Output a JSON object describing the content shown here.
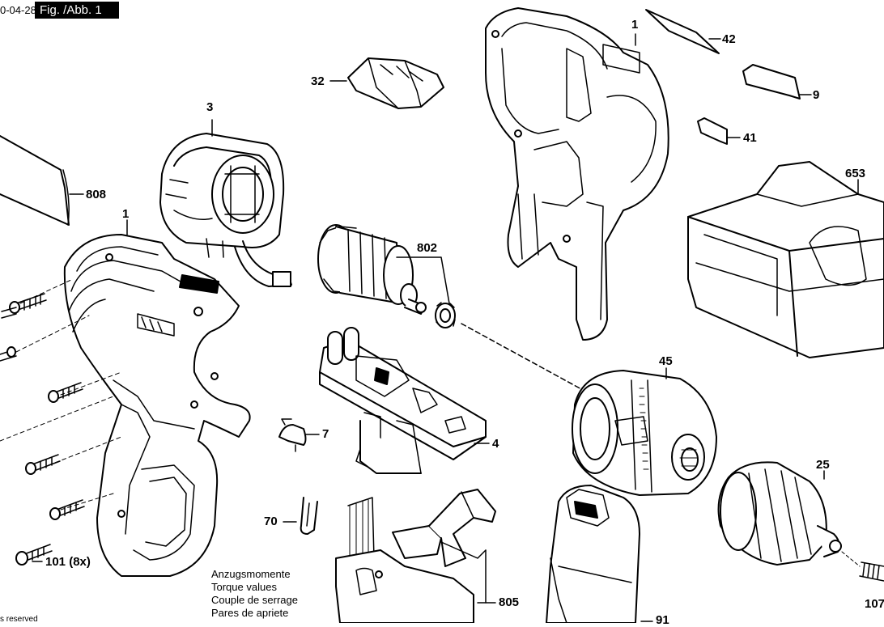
{
  "header": {
    "date_fragment": "0-04-28",
    "figure_label": "Fig. /Abb. 1"
  },
  "legend": {
    "lines": [
      "Anzugsmomente",
      "Torque values",
      "Couple de serrage",
      "Pares de apriete"
    ],
    "cut_line": "s reserved"
  },
  "parts": {
    "p1_top": "1",
    "p42": "42",
    "p32": "32",
    "p9": "9",
    "p3": "3",
    "p41": "41",
    "p808": "808",
    "p653": "653",
    "p1_left": "1",
    "p802": "802",
    "p45": "45",
    "p7": "7",
    "p4": "4",
    "p25": "25",
    "p70": "70",
    "p101": "101 (8x)",
    "p805": "805",
    "p91": "91",
    "p107": "107"
  }
}
